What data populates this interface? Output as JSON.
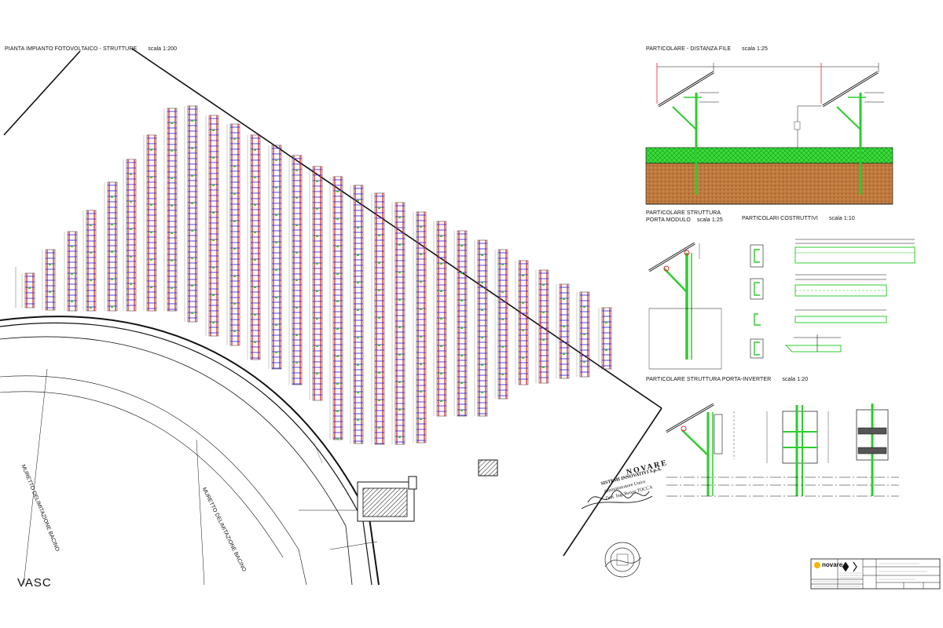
{
  "drawing": {
    "plan_title": "PIANTA IMPIANTO FOTOVOLTAICO - STRUTTURE",
    "plan_scale": "scala 1:200",
    "detail_rows_title": "PARTICOLARE - DISTANZA FILE",
    "detail_rows_scale": "scala 1:25",
    "detail_structure_title_1": "PARTICOLARE STRUTTURA",
    "detail_structure_title_2": "PORTA MODULO",
    "detail_structure_scale": "scala 1:25",
    "detail_construction_title": "PARTICOLARI COSTRUTTIVI",
    "detail_construction_scale": "scala 1:10",
    "detail_inverter_title": "PARTICOLARE STRUTTURA PORTA-INVERTER",
    "detail_inverter_scale": "scala 1:20",
    "wall_label_1": "MURETTO DELIMITAZIONE BACINO",
    "wall_label_2": "MURETTO DELIMITAZIONE BACINO",
    "corner_label": "VASC",
    "stamp_company": "NOVARE",
    "stamp_line_1": "SISTEMI INNOVATIVI S.p.A.",
    "stamp_line_2": "Amministratore Unico",
    "stamp_line_3": "Dott. Ing. Renzo TOCCA",
    "titleblock_brand": "novare",
    "colors": {
      "module_red": "#e0242a",
      "module_blue": "#3a2fd8",
      "grass_green": "#35d635",
      "soil_brown": "#b8743a",
      "structure_green": "#2ecc2e"
    }
  }
}
